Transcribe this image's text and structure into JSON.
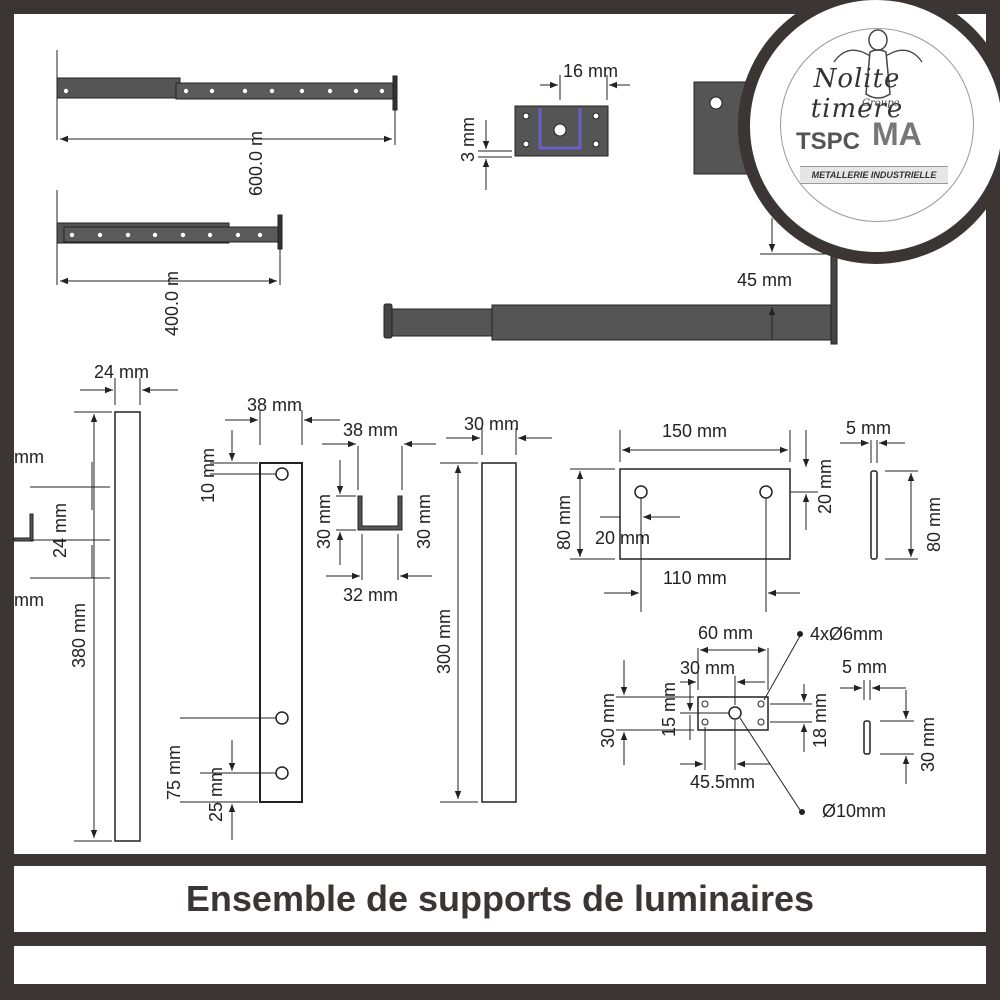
{
  "caption": "Ensemble de supports de luminaires",
  "logo": {
    "script": "Nolite timere",
    "groupe": "Groupe",
    "tspc": "TSPC",
    "ma": "MA",
    "tagline": "METALLERIE INDUSTRIELLE"
  },
  "dims": {
    "len600": "600.0 m",
    "len400": "400.0 m",
    "w16": "16 mm",
    "h3": "3 mm",
    "h45": "45 mm",
    "w24": "24 mm",
    "left_mm_a": "mm",
    "left_24": "24 mm",
    "left_mm_b": "mm",
    "h380": "380 mm",
    "w38a": "38 mm",
    "h10": "10 mm",
    "h75": "75 mm",
    "h25": "25 mm",
    "w38b": "38 mm",
    "h30a": "30 mm",
    "w32": "32 mm",
    "w30": "30 mm",
    "h30b": "30 mm",
    "h300": "300 mm",
    "w150": "150 mm",
    "h20a": "20 mm",
    "h80a": "80 mm",
    "w20": "20 mm",
    "w110": "110 mm",
    "w5a": "5 mm",
    "h80b": "80 mm",
    "w60": "60 mm",
    "holes": "4xØ6mm",
    "w30b": "30 mm",
    "h30c": "30 mm",
    "h15": "15 mm",
    "h18": "18 mm",
    "w45_5": "45.5mm",
    "d10": "Ø10mm",
    "w5b": "5 mm",
    "h30d": "30 mm"
  }
}
